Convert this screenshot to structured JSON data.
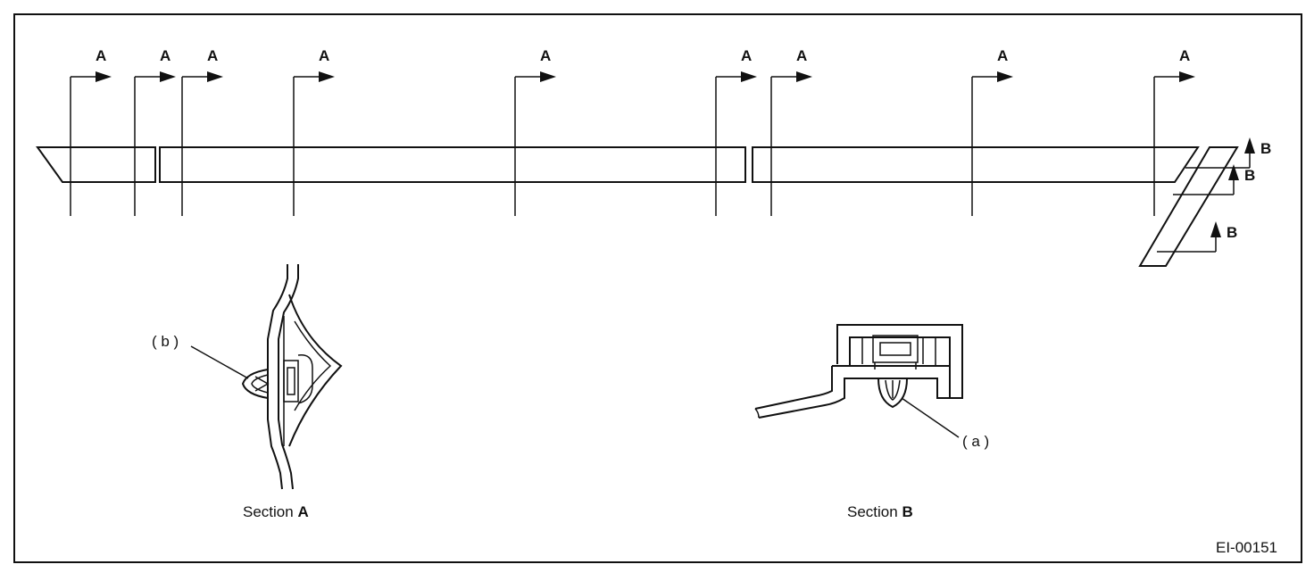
{
  "diagram": {
    "section_a_marker": "A",
    "section_b_marker": "B",
    "section_a_title_prefix": "Section ",
    "section_a_title_letter": "A",
    "section_b_title_prefix": "Section ",
    "section_b_title_letter": "B",
    "callout_a": "( a )",
    "callout_b": "( b )",
    "figure_code": "EI-00151"
  }
}
